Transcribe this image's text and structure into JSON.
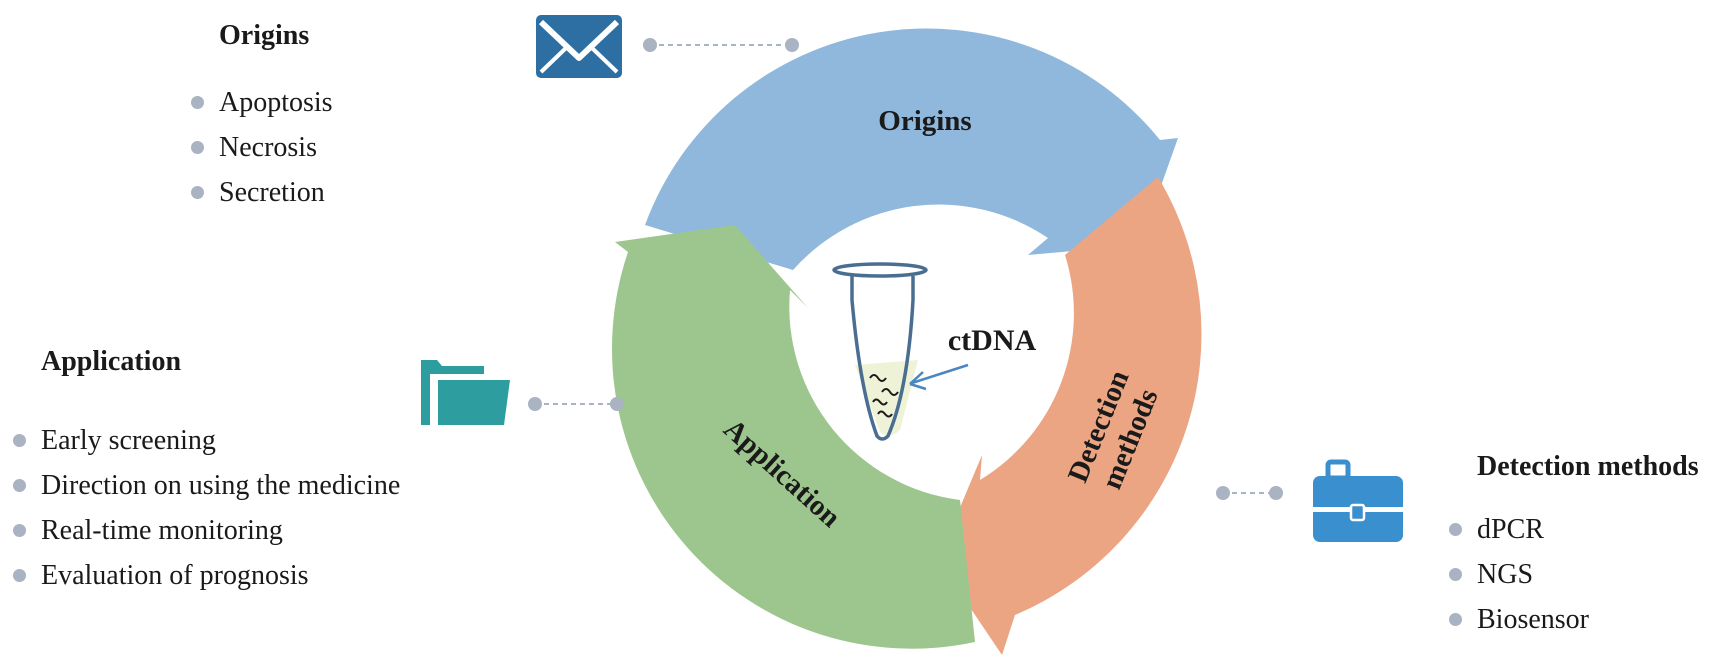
{
  "panels": {
    "origins": {
      "title": "Origins",
      "items": [
        "Apoptosis",
        "Necrosis",
        "Secretion"
      ]
    },
    "application": {
      "title": "Application",
      "items": [
        "Early screening",
        "Direction on using the medicine",
        "Real-time monitoring",
        "Evaluation of prognosis"
      ]
    },
    "detection": {
      "title": "Detection methods",
      "items": [
        "dPCR",
        "NGS",
        "Biosensor"
      ]
    }
  },
  "cycle": {
    "origins": {
      "label": "Origins",
      "color": "#8fb8dc"
    },
    "detection": {
      "label_line1": "Detection",
      "label_line2": "methods",
      "color": "#eba583"
    },
    "application": {
      "label": "Application",
      "color": "#9dc68e"
    }
  },
  "center": {
    "label": "ctDNA"
  },
  "icons": {
    "envelope": {
      "name": "envelope-icon",
      "color": "#2d6fa3"
    },
    "folder": {
      "name": "folder-icon",
      "color": "#2e9da0"
    },
    "briefcase": {
      "name": "briefcase-icon",
      "color": "#3a8fcf"
    }
  },
  "connector_color": "#a9b3c2"
}
